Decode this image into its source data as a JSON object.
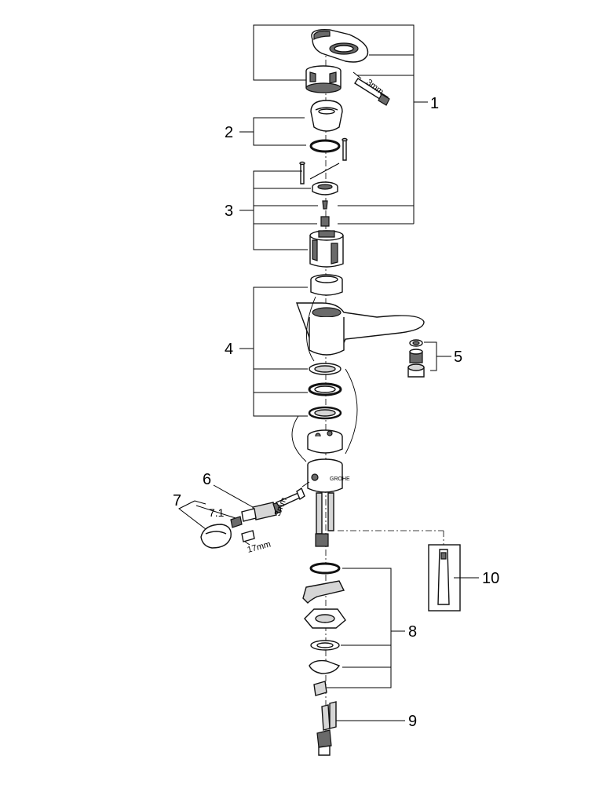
{
  "callouts": {
    "c1": "1",
    "c2": "2",
    "c3": "3",
    "c4": "4",
    "c5": "5",
    "c6": "6",
    "c7": "7",
    "c7_1": "7.1",
    "c8": "8",
    "c9": "9",
    "c10": "10"
  },
  "tool_labels": {
    "hex_key_top": "3mm",
    "hex_key_side": "3mm",
    "wrench": "17mm"
  }
}
